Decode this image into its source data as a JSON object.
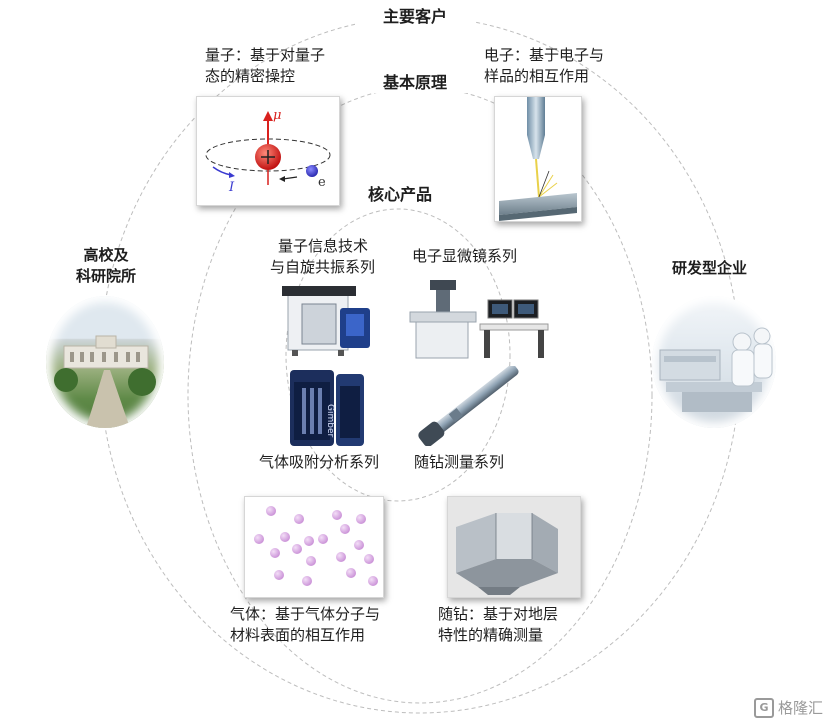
{
  "labels": {
    "main_customers": "主要客户",
    "basic_principles": "基本原理",
    "core_products": "核心产品"
  },
  "principles": {
    "quantum": [
      "量子：基于对量子",
      "态的精密操控"
    ],
    "electron": [
      "电子：基于电子与",
      "样品的相互作用"
    ],
    "gas": [
      "气体：基于气体分子与",
      "材料表面的相互作用"
    ],
    "drilling": [
      "随钻：基于对地层",
      "特性的精确测量"
    ]
  },
  "products": {
    "quantum": [
      "量子信息技术",
      "与自旋共振系列"
    ],
    "electron": "电子显微镜系列",
    "gas": "气体吸附分析系列",
    "drilling": "随钻测量系列"
  },
  "customers": {
    "universities": [
      "高校及",
      "科研院所"
    ],
    "rd_companies": "研发型企业"
  },
  "quantum_diagram": {
    "mu": "μ",
    "e": "e",
    "current": "I"
  },
  "instrument_logo": "Gimber",
  "watermark": "格隆汇",
  "colors": {
    "proton": "#d9211e",
    "electron": "#3a3ad0",
    "mu_arrow": "#d9211e",
    "gas_particle": "#d9a8e4",
    "drill_body": "#8fa3b4"
  }
}
